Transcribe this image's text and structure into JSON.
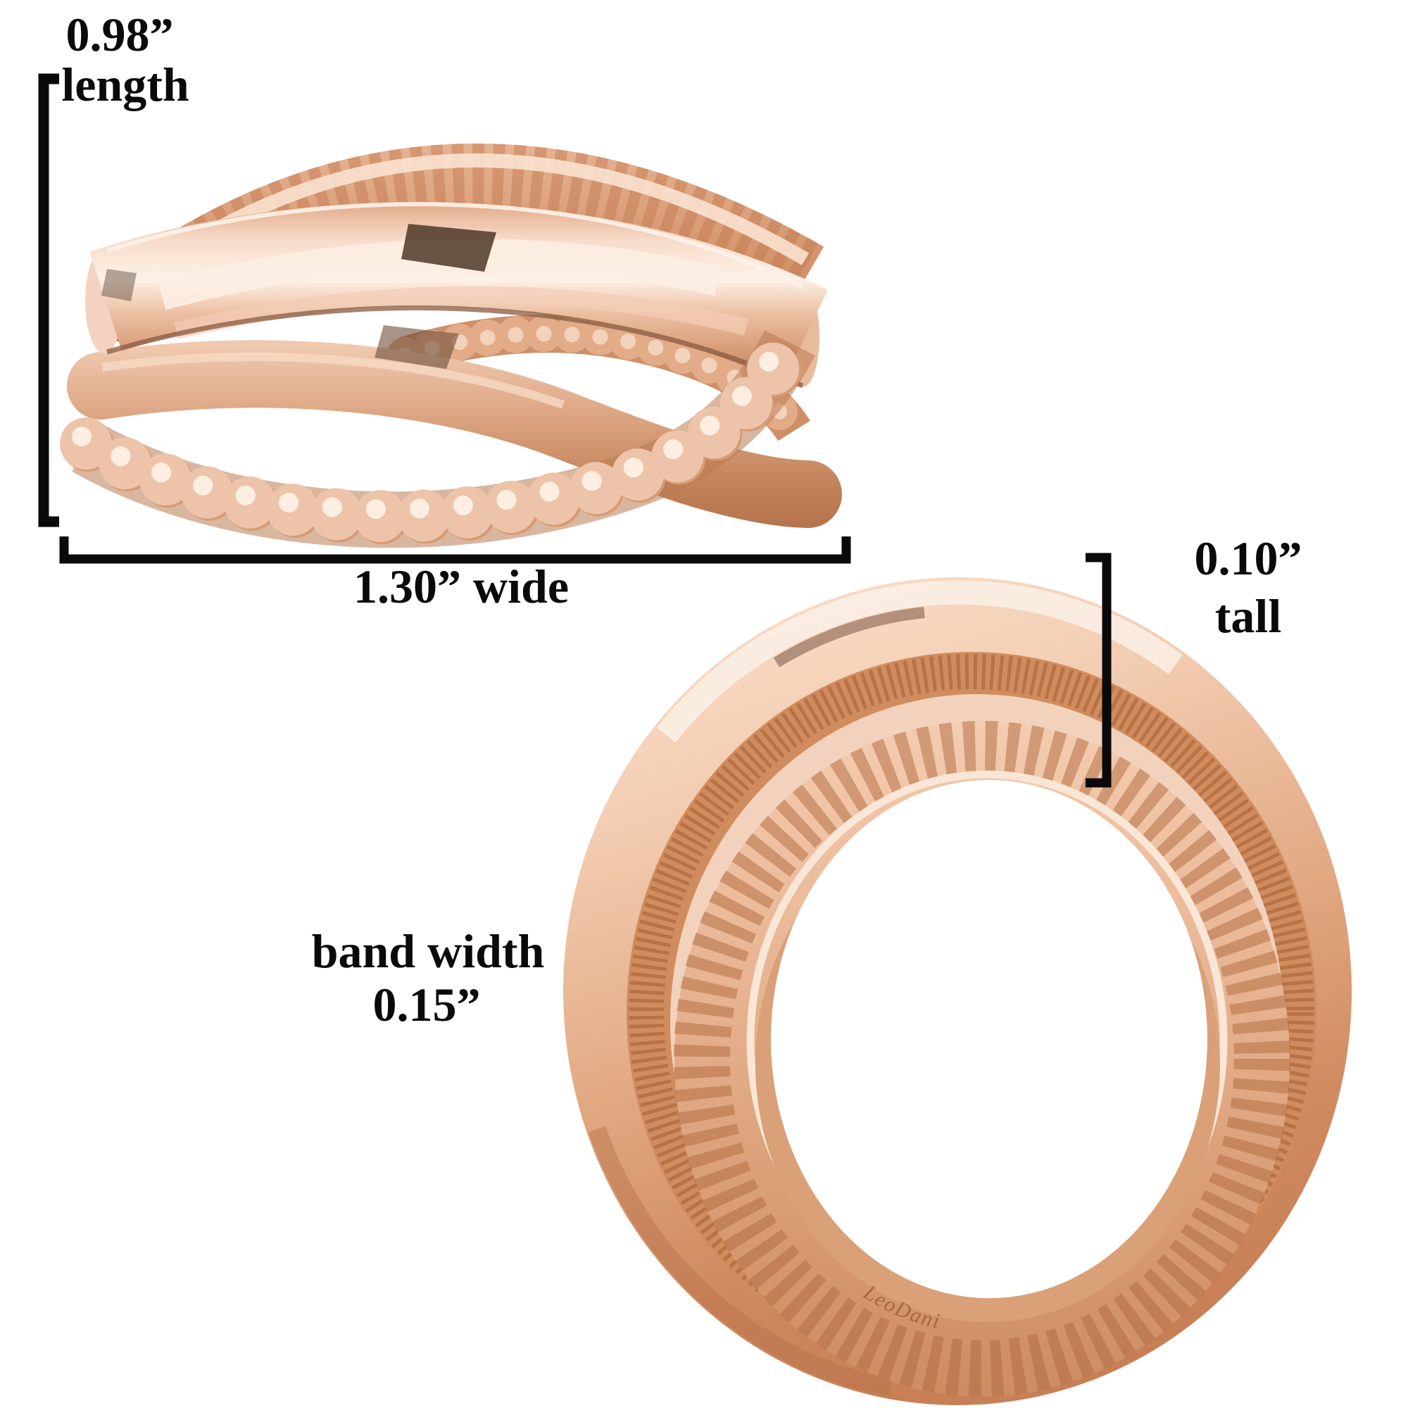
{
  "image": {
    "description": "Rose gold multi-band crossover ring shown in two views with dimension callouts",
    "background": "#ffffff"
  },
  "annotations": {
    "length": {
      "value": "0.98”",
      "label": "length"
    },
    "width": {
      "value": "1.30” wide"
    },
    "height": {
      "value": "0.10”",
      "label": "tall"
    },
    "band_width": {
      "line1": "band width",
      "line2": "0.15”"
    }
  },
  "engraving": {
    "text": "LeoDani"
  },
  "colors": {
    "annotation_ink": "#0a0a0a",
    "rose_gold_light": "#f7dbc9",
    "rose_gold_mid": "#e2a983",
    "rose_gold_deep": "#c07d55",
    "stipple_band": "#d18c5e",
    "background": "#ffffff"
  }
}
